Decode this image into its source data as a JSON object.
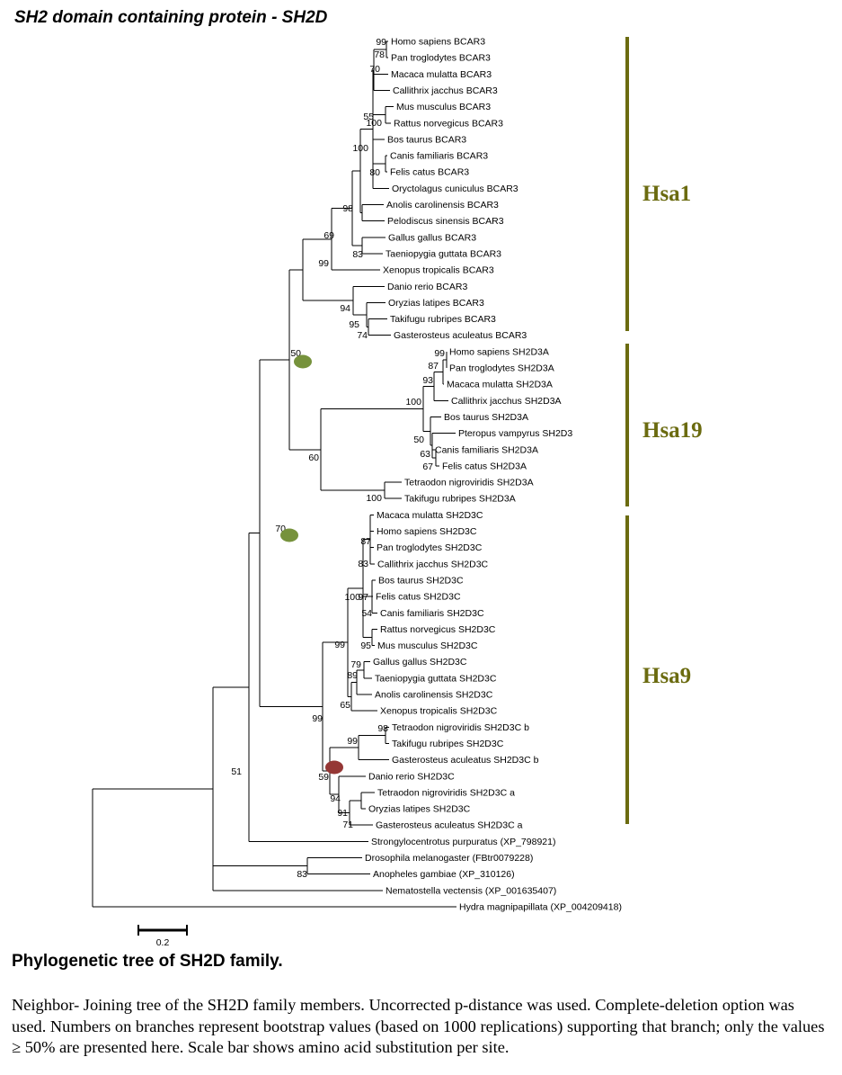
{
  "title": "SH2 domain containing protein -  SH2D",
  "figure_title": "Phylogenetic tree of SH2D family.",
  "caption": "Neighbor- Joining  tree of the SH2D family members. Uncorrected p-distance was used. Complete-deletion option was used. Numbers on branches represent bootstrap values (based on 1000 replications) supporting that branch; only the values ≥ 50% are presented here. Scale bar shows amino acid substitution per site.",
  "scale_bar": {
    "label": "0.2"
  },
  "colors": {
    "clade_bar": "#6b6b10",
    "node_marker_green": "#76923c",
    "node_marker_red": "#953735"
  },
  "clades": [
    {
      "name": "Hsa1"
    },
    {
      "name": "Hsa19"
    },
    {
      "name": "Hsa9"
    }
  ],
  "leaves": [
    "Homo sapiens BCAR3",
    "Pan troglodytes BCAR3",
    "Macaca mulatta BCAR3",
    "Callithrix jacchus BCAR3",
    "Mus musculus BCAR3",
    "Rattus norvegicus BCAR3",
    "Bos taurus BCAR3",
    "Canis familiaris BCAR3",
    "Felis catus BCAR3",
    "Oryctolagus cuniculus BCAR3",
    "Anolis carolinensis BCAR3",
    "Pelodiscus sinensis BCAR3",
    "Gallus gallus BCAR3",
    "Taeniopygia guttata BCAR3",
    "Xenopus tropicalis BCAR3",
    "Danio rerio BCAR3",
    "Oryzias latipes BCAR3",
    "Takifugu rubripes BCAR3",
    "Gasterosteus aculeatus BCAR3",
    "Homo sapiens SH2D3A",
    "Pan troglodytes SH2D3A",
    "Macaca mulatta SH2D3A",
    "Callithrix jacchus SH2D3A",
    "Bos taurus SH2D3A",
    "Pteropus vampyrus SH2D3",
    "Canis familiaris SH2D3A",
    "Felis catus SH2D3A",
    "Tetraodon nigroviridis SH2D3A",
    "Takifugu rubripes SH2D3A",
    "Macaca mulatta SH2D3C",
    "Homo sapiens SH2D3C",
    "Pan troglodytes SH2D3C",
    "Callithrix jacchus SH2D3C",
    "Bos taurus SH2D3C",
    "Felis catus SH2D3C",
    "Canis familiaris SH2D3C",
    "Rattus norvegicus SH2D3C",
    "Mus musculus SH2D3C",
    "Gallus gallus SH2D3C",
    "Taeniopygia guttata SH2D3C",
    "Anolis carolinensis SH2D3C",
    "Xenopus tropicalis SH2D3C",
    "Tetraodon nigroviridis SH2D3C b",
    "Takifugu rubripes SH2D3C",
    "Gasterosteus aculeatus SH2D3C b",
    "Danio rerio SH2D3C",
    "Tetraodon nigroviridis SH2D3C a",
    "Oryzias latipes SH2D3C",
    "Gasterosteus aculeatus SH2D3C a",
    "Strongylocentrotus purpuratus (XP_798921)",
    "Drosophila melanogaster (FBtr0079228)",
    "Anopheles gambiae (XP_310126)",
    "Nematostella vectensis (XP_001635407)",
    "Hydra magnipapillata (XP_004209418)"
  ],
  "bootstrap_labels": [
    "99",
    "78",
    "70",
    "55",
    "100",
    "100",
    "80",
    "98",
    "69",
    "83",
    "99",
    "94",
    "95",
    "74",
    "50",
    "99",
    "87",
    "93",
    "100",
    "50",
    "63",
    "67",
    "60",
    "100",
    "70",
    "87",
    "83",
    "100",
    "97",
    "54",
    "95",
    "99",
    "79",
    "89",
    "65",
    "99",
    "98",
    "99",
    "59",
    "94",
    "91",
    "71",
    "51",
    "83"
  ]
}
